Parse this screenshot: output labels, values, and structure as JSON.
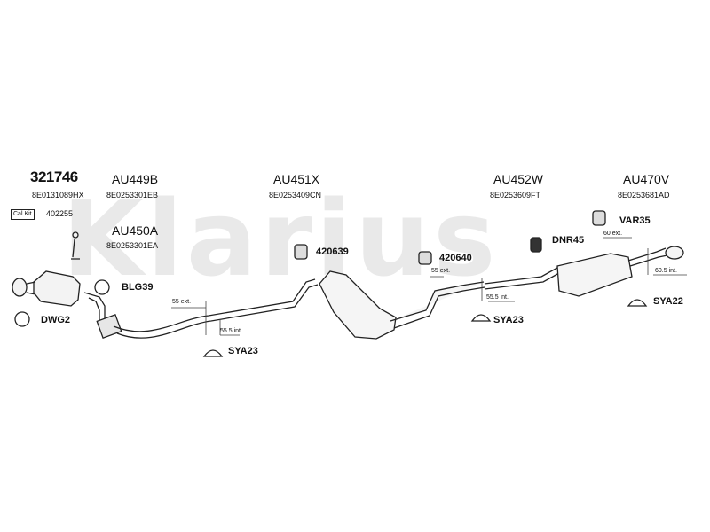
{
  "watermark": "Klarius",
  "kit": {
    "number": "321746",
    "oem": "8E0131089HX",
    "cal_kit_label": "Cal Kit",
    "cal_kit_value": "402255"
  },
  "parts": [
    {
      "code": "AU449B",
      "oem": "8E0253301EB"
    },
    {
      "code": "AU450A",
      "oem": "8E0253301EA"
    },
    {
      "code": "AU451X",
      "oem": "8E0253409CN"
    },
    {
      "code": "AU452W",
      "oem": "8E0253609FT"
    },
    {
      "code": "AU470V",
      "oem": "8E0253681AD"
    }
  ],
  "fittings": {
    "blg39": "BLG39",
    "dwg2": "DWG2",
    "f420639": "420639",
    "f420640": "420640",
    "dnr45": "DNR45",
    "var35": "VAR35",
    "sya23_left": "SYA23",
    "sya23_mid": "SYA23",
    "sya22": "SYA22"
  },
  "dimensions": {
    "d55ext_1": "55 ext.",
    "d55int_1": "55.5 int.",
    "d55ext_2": "55 ext.",
    "d55int_2": "55.5 int.",
    "d60ext": "60 ext.",
    "d60int": "60.5 int."
  }
}
